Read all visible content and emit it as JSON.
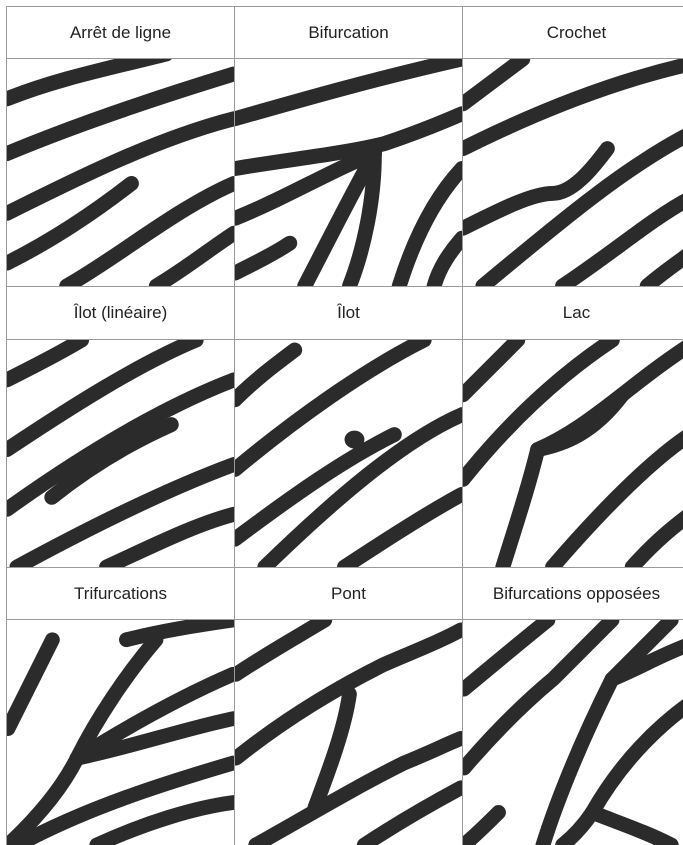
{
  "figure": {
    "rows": [
      {
        "labels": [
          "Arrêt de ligne",
          "Bifurcation",
          "Crochet"
        ]
      },
      {
        "labels": [
          "Îlot (linéaire)",
          "Îlot",
          "Lac"
        ]
      },
      {
        "labels": [
          "Trifurcations",
          "Pont",
          "Bifurcations opposées"
        ]
      }
    ],
    "colors": {
      "ridge": "#2b2b2b",
      "border": "#9a9a9a",
      "background": "#ffffff",
      "text": "#222222"
    }
  }
}
